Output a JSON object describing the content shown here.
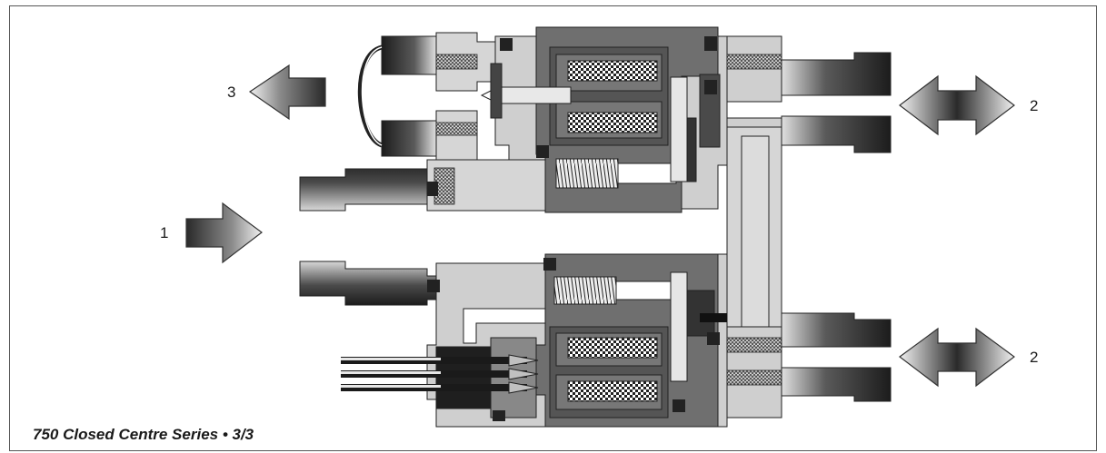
{
  "diagram": {
    "caption": "750 Closed Centre Series • 3/3",
    "ports": [
      {
        "id": "exhaust",
        "label": "3"
      },
      {
        "id": "inlet",
        "label": "1"
      },
      {
        "id": "outlet-upper",
        "label": "2"
      },
      {
        "id": "outlet-lower",
        "label": "2"
      }
    ]
  }
}
